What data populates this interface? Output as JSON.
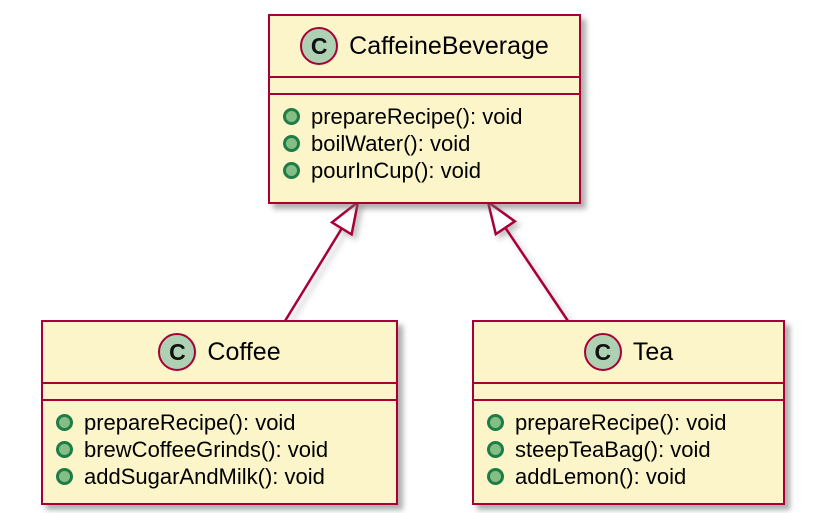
{
  "diagram": {
    "kind": "uml-class-diagram",
    "colors": {
      "box_fill": "#FBF5C9",
      "box_border": "#A80036",
      "class_icon_fill": "#ADD1B2",
      "method_dot_fill": "#84BE84",
      "method_dot_border": "#1E7D46",
      "shadow": "#6E6E6E",
      "text": "#000000"
    },
    "classes": [
      {
        "badge_letter": "C",
        "name": "CaffeineBeverage",
        "fields": [],
        "methods": [
          "prepareRecipe(): void",
          "boilWater(): void",
          "pourInCup(): void"
        ]
      },
      {
        "badge_letter": "C",
        "name": "Coffee",
        "fields": [],
        "methods": [
          "prepareRecipe(): void",
          "brewCoffeeGrinds(): void",
          "addSugarAndMilk(): void"
        ]
      },
      {
        "badge_letter": "C",
        "name": "Tea",
        "fields": [],
        "methods": [
          "prepareRecipe(): void",
          "steepTeaBag(): void",
          "addLemon(): void"
        ]
      }
    ],
    "relationships": [
      {
        "from": "Coffee",
        "to": "CaffeineBeverage",
        "type": "inheritance"
      },
      {
        "from": "Tea",
        "to": "CaffeineBeverage",
        "type": "inheritance"
      }
    ]
  }
}
